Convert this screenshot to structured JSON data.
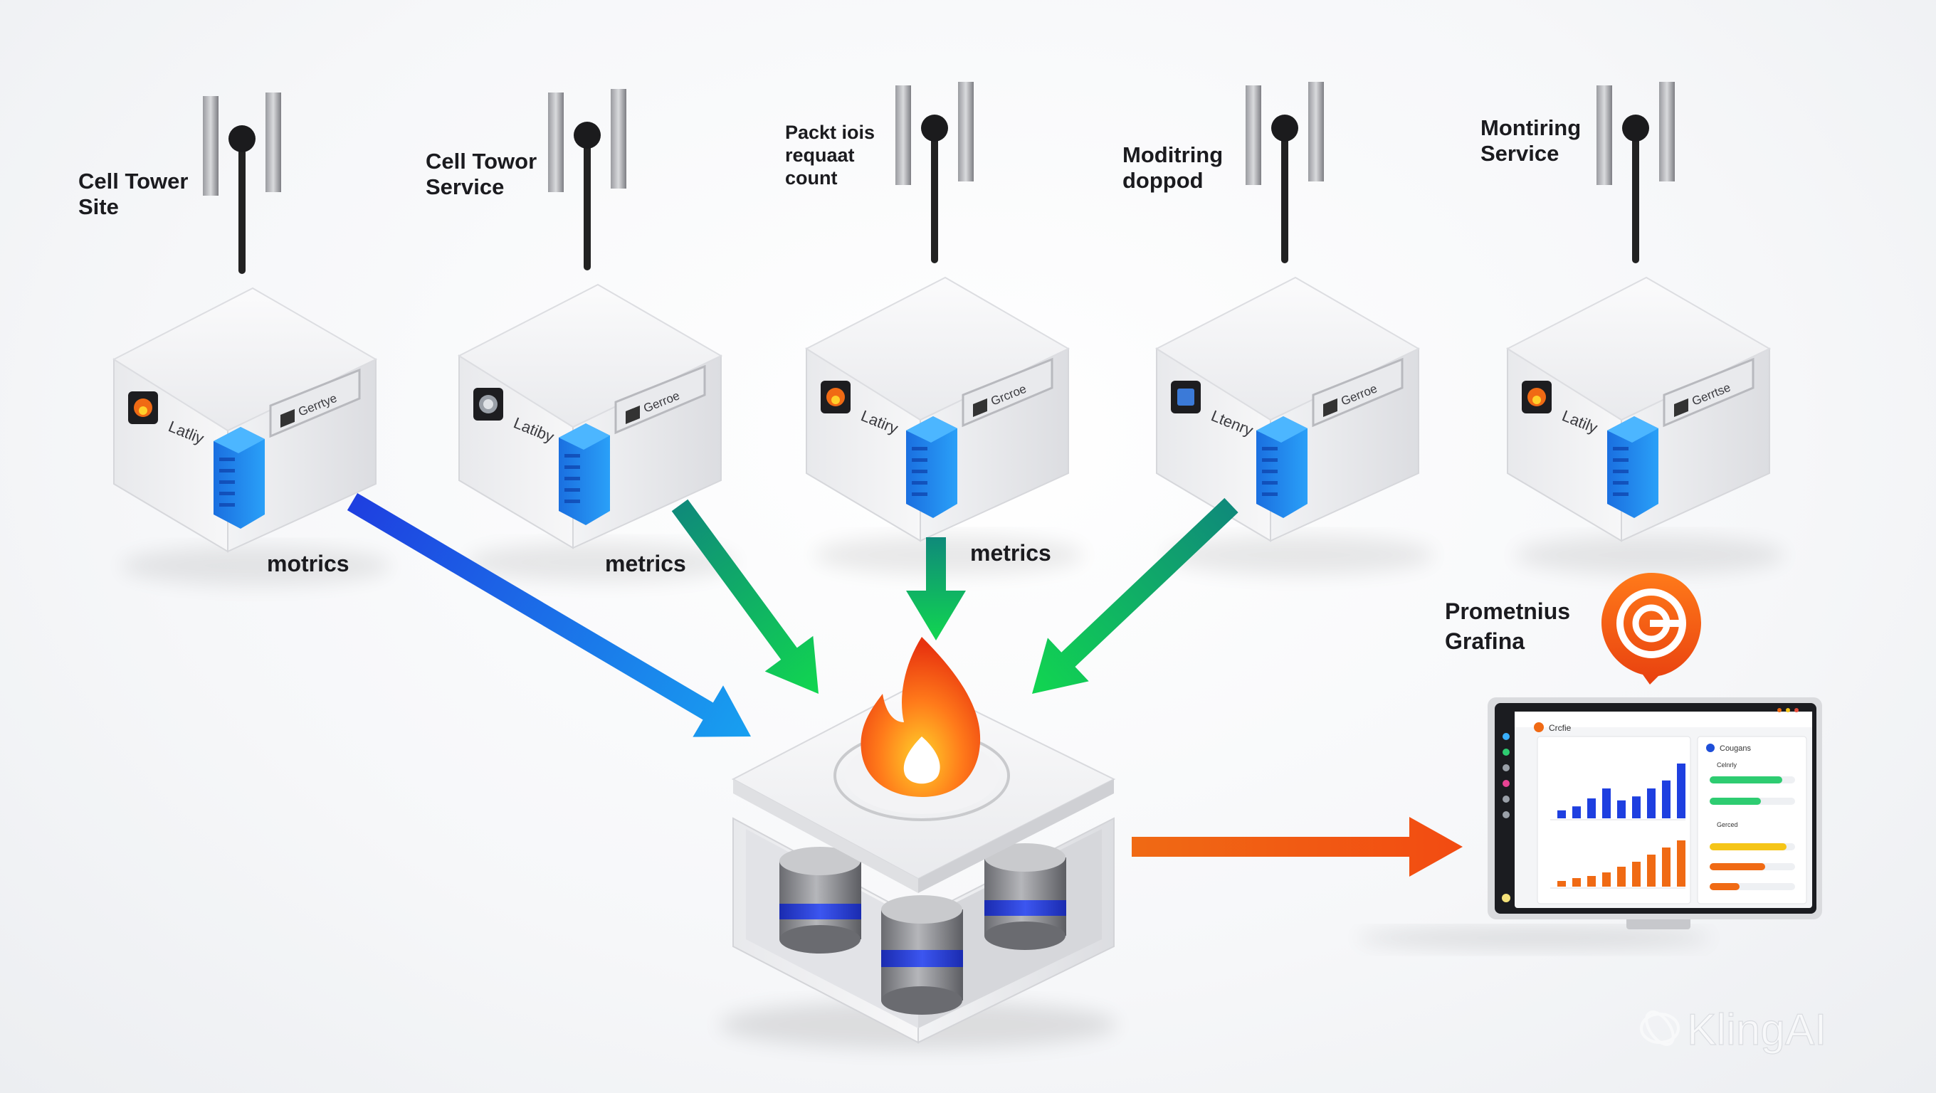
{
  "towers": [
    {
      "label_lines": [
        "Cell Tower",
        "Site"
      ],
      "side_label": "Latliy",
      "chip_label": "Gerrtye",
      "icon": "fire-icon"
    },
    {
      "label_lines": [
        "Cell Towor",
        "Service"
      ],
      "side_label": "Latiby",
      "chip_label": "Gerroe",
      "icon": "globe-icon"
    },
    {
      "label_lines": [
        "Packt iois",
        "requaat",
        "count"
      ],
      "side_label": "Latiry",
      "chip_label": "Grcroe",
      "icon": "fire-icon"
    },
    {
      "label_lines": [
        "Moditring",
        "doppod"
      ],
      "side_label": "Ltenry",
      "chip_label": "Gerroe",
      "icon": "chart-icon"
    },
    {
      "label_lines": [
        "Montiring",
        "Service"
      ],
      "side_label": "Latily",
      "chip_label": "Gerrtse",
      "icon": "fire-icon"
    }
  ],
  "arrows": [
    {
      "label": "motrics",
      "color_start": "#1e3fe0",
      "color_end": "#18a0f0"
    },
    {
      "label": "metrics",
      "color_start": "#0f8a7a",
      "color_end": "#11d650"
    },
    {
      "label": "metrics",
      "color_start": "#0f8a7a",
      "color_end": "#11d650"
    },
    {
      "label": "",
      "color_start": "#0f8a7a",
      "color_end": "#11d650"
    }
  ],
  "output_arrow": {
    "color_start": "#f06a14",
    "color_end": "#f24b12"
  },
  "prometheus": {
    "label_lines": [
      "Prometnius",
      "Grafina"
    ],
    "icon": "grafana-logo-icon",
    "accent": "#f06a14"
  },
  "dashboard": {
    "title": "Crcfie",
    "panel_title": "Cougans",
    "legend_labels": [
      "Celnrly",
      "Gerced"
    ],
    "blue_bars": [
      0.08,
      0.12,
      0.2,
      0.3,
      0.18,
      0.22,
      0.3,
      0.38,
      0.55
    ],
    "orange_bars": [
      0.08,
      0.12,
      0.15,
      0.2,
      0.28,
      0.35,
      0.45,
      0.55,
      0.65
    ],
    "progress": [
      {
        "label": "",
        "value": 0.85,
        "color": "#2ecc71"
      },
      {
        "label": "",
        "value": 0.6,
        "color": "#2ecc71"
      },
      {
        "label": "",
        "value": 0.9,
        "color": "#f5c518"
      },
      {
        "label": "",
        "value": 0.65,
        "color": "#f06a14"
      },
      {
        "label": "",
        "value": 0.35,
        "color": "#f06a14"
      }
    ]
  },
  "hub_icon": "flame-icon",
  "watermark": "KlingAI",
  "colors": {
    "tower_body": "#f2f3f5",
    "server_blue": "#1e88f0",
    "flame_orange": "#f06a14",
    "db_blue": "#2438d8"
  }
}
